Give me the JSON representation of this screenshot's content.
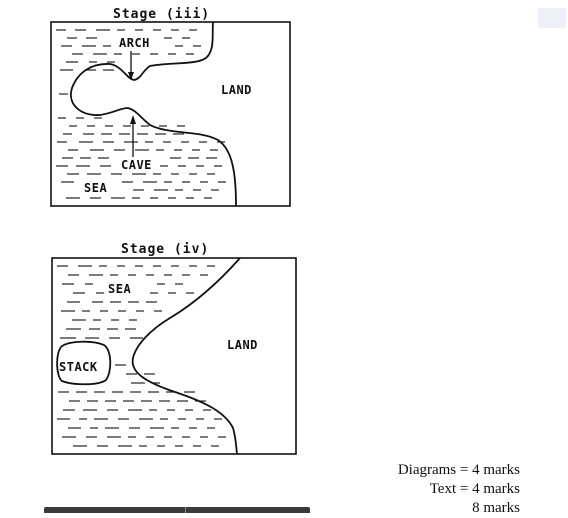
{
  "stage_iii": {
    "title": "Stage (iii)",
    "labels": {
      "arch": "ARCH",
      "land": "LAND",
      "cave": "CAVE",
      "sea": "SEA"
    }
  },
  "stage_iv": {
    "title": "Stage (iv)",
    "labels": {
      "sea": "SEA",
      "land": "LAND",
      "stack": "STACK"
    }
  },
  "marks": {
    "diagrams": "Diagrams = 4 marks",
    "text": "Text = 4 marks",
    "total": "8 marks"
  }
}
